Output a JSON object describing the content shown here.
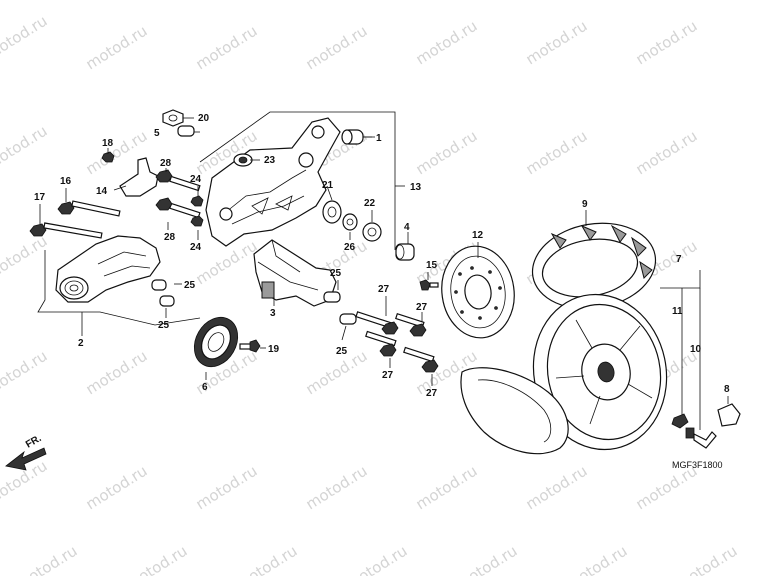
{
  "watermark": "motod.ru",
  "direction_label": "FR.",
  "diagram_code": "MGF3F1800",
  "callouts": {
    "c1": "1",
    "c2": "2",
    "c3": "3",
    "c4": "4",
    "c5": "5",
    "c6": "6",
    "c7": "7",
    "c8": "8",
    "c9": "9",
    "c10": "10",
    "c11": "11",
    "c12": "12",
    "c13": "13",
    "c14": "14",
    "c15": "15",
    "c16": "16",
    "c17": "17",
    "c18": "18",
    "c19": "19",
    "c20": "20",
    "c21": "21",
    "c22": "22",
    "c23": "23",
    "c24": "24",
    "c25": "25",
    "c26": "26",
    "c27": "27",
    "c28": "28"
  }
}
